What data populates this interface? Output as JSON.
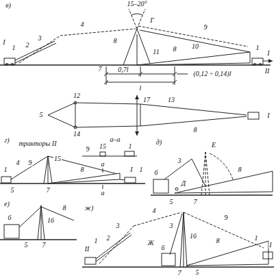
{
  "diagram": {
    "labels": [
      "в)",
      "I",
      "1",
      "2",
      "3",
      "4",
      "8",
      "15–20°",
      "Г",
      "8",
      "10",
      "9",
      "1",
      "I",
      "II",
      "11",
      "7",
      "0,7l",
      "(0,12 ÷ 0,14)l",
      "l",
      "5",
      "12",
      "17",
      "13",
      "8",
      "I",
      "14",
      "г)",
      "а–а",
      "9",
      "15",
      "1",
      "тракторы II",
      "1",
      "4",
      "9",
      "15",
      "8",
      "5",
      "7",
      "а",
      "а",
      "I",
      "1",
      "д)",
      "Е",
      "3",
      "6",
      "Д",
      "8",
      "5",
      "7",
      "е)",
      "16",
      "8",
      "6",
      "5",
      "7",
      "ж)",
      "II",
      "1",
      "2",
      "3",
      "4",
      "Ж",
      "3",
      "16",
      "8",
      "9",
      "1",
      "I",
      "5",
      "7",
      "6"
    ]
  }
}
